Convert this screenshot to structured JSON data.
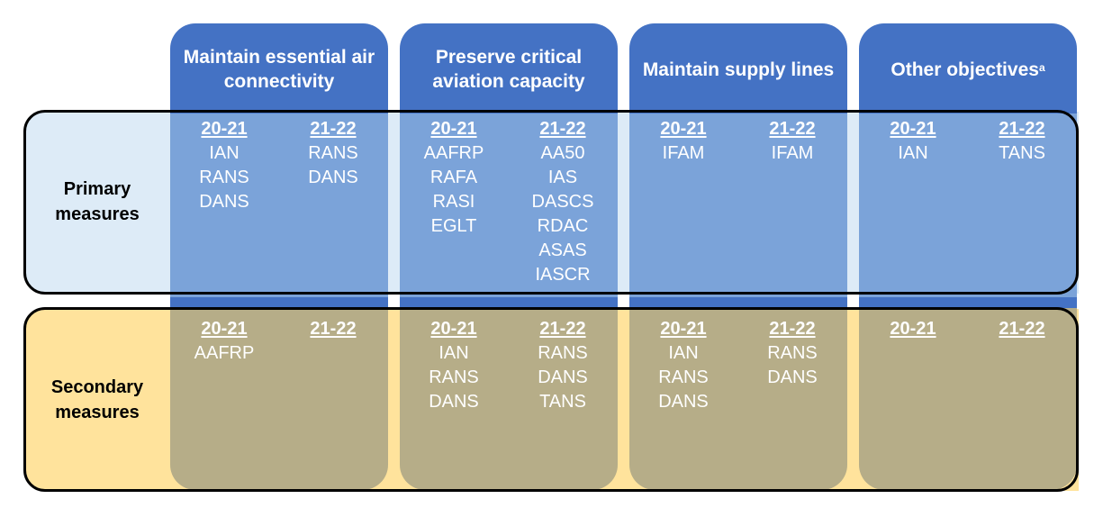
{
  "rows": {
    "primary": "Primary measures",
    "secondary": "Secondary measures"
  },
  "columns": [
    {
      "title": "Maintain essential air connectivity",
      "primary": {
        "y1": "20-21",
        "y1_items": [
          "IAN",
          "RANS",
          "DANS"
        ],
        "y2": "21-22",
        "y2_items": [
          "RANS",
          "DANS"
        ]
      },
      "secondary": {
        "y1": "20-21",
        "y1_items": [
          "AAFRP"
        ],
        "y2": "21-22",
        "y2_items": []
      }
    },
    {
      "title": "Preserve critical aviation capacity",
      "primary": {
        "y1": "20-21",
        "y1_items": [
          "AAFRP",
          "RAFA",
          "RASI",
          "EGLT"
        ],
        "y2": "21-22",
        "y2_items": [
          "AA50",
          "IAS",
          "DASCS",
          "RDAC",
          "ASAS",
          "IASCR"
        ]
      },
      "secondary": {
        "y1": "20-21",
        "y1_items": [
          "IAN",
          "RANS",
          "DANS"
        ],
        "y2": "21-22",
        "y2_items": [
          "RANS",
          "DANS",
          "TANS"
        ]
      }
    },
    {
      "title": "Maintain supply lines",
      "primary": {
        "y1": "20-21",
        "y1_items": [
          "IFAM"
        ],
        "y2": "21-22",
        "y2_items": [
          "IFAM"
        ]
      },
      "secondary": {
        "y1": "20-21",
        "y1_items": [
          "IAN",
          "RANS",
          "DANS"
        ],
        "y2": "21-22",
        "y2_items": [
          "RANS",
          "DANS"
        ]
      }
    },
    {
      "title": "Other objectives",
      "title_sup": "a",
      "primary": {
        "y1": "20-21",
        "y1_items": [
          "IAN"
        ],
        "y2": "21-22",
        "y2_items": [
          "TANS"
        ]
      },
      "secondary": {
        "y1": "20-21",
        "y1_items": [],
        "y2": "21-22",
        "y2_items": []
      }
    }
  ],
  "colors": {
    "header_blue": "#4472C4",
    "primary_cell": "#7BA3D9",
    "primary_row": "#DDEBF7",
    "secondary_cell": "#B6AD88",
    "secondary_row": "#FFE39C"
  }
}
